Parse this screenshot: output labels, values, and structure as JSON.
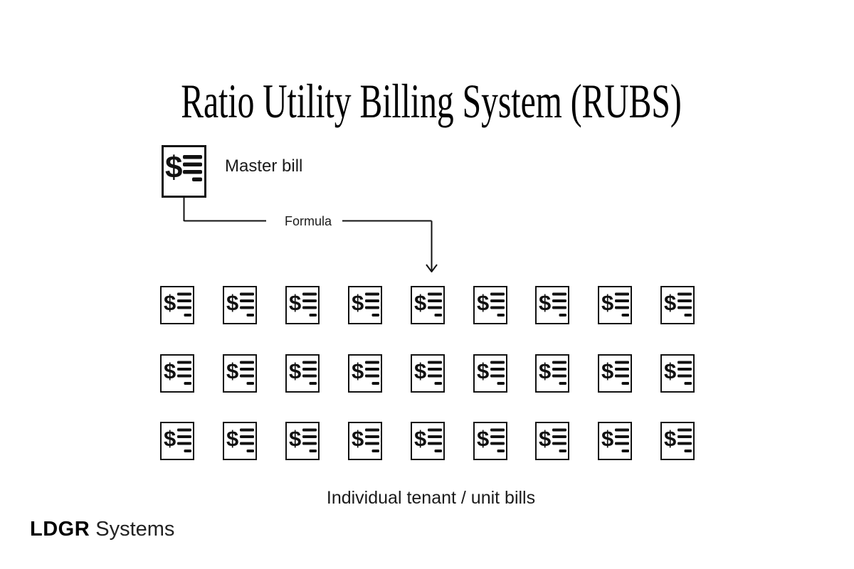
{
  "title": "Ratio Utility Billing System (RUBS)",
  "master": {
    "label": "Master bill",
    "dollar": "$"
  },
  "connector": {
    "label": "Formula"
  },
  "grid": {
    "rows": 3,
    "cols": 9,
    "dollar": "$",
    "caption": "Individual tenant / unit bills"
  },
  "brand": {
    "bold": "LDGR",
    "rest": "Systems"
  },
  "colors": {
    "ink": "#111111",
    "background": "#ffffff"
  }
}
